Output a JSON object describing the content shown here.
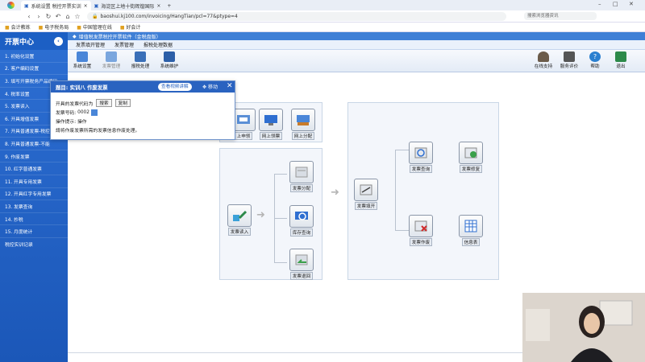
{
  "browser": {
    "tabs": [
      {
        "label": "系统设置 税控开票实训",
        "active": true
      },
      {
        "label": "海淀区上地十街辉煌国际",
        "active": false
      }
    ],
    "url": "baoshui.kj100.com/invoicing/HangTian/pcl=77&ptype=4",
    "search_placeholder": "搜索浏览器资讯",
    "bookmarks": [
      "会计教练",
      "电子税务局",
      "中国管理在线",
      "好会计"
    ]
  },
  "sidebar": {
    "title": "开票中心",
    "items": [
      "1. 初始化设置",
      "2. 客户编码设置",
      "3. 填写开票税务产品编码",
      "4. 税率设置",
      "5. 发票读入",
      "6. 开具增值发票",
      "7. 开具普通发票-税控设备",
      "8. 开具普通发票-不能",
      "9. 作废发票",
      "10. 红字普通发票",
      "11. 开具专用发票",
      "12. 开具红字专用发票",
      "13. 发票查询",
      "14. 抄税",
      "15. 月度统计"
    ],
    "extra": "税控实训记录"
  },
  "app": {
    "title": "增值税发票税控开票软件（金税盘版）",
    "menu": [
      "发票填开管理",
      "发票管理",
      "报税处理数据"
    ],
    "toolbar_left": [
      {
        "label": "系统设置",
        "icon": "settings-icon"
      },
      {
        "label": "发票管理",
        "icon": "invoice-icon"
      },
      {
        "label": "报税处理",
        "icon": "report-icon"
      },
      {
        "label": "系统维护",
        "icon": "monitor-icon"
      }
    ],
    "toolbar_right": [
      {
        "label": "在线支持",
        "icon": "person-icon"
      },
      {
        "label": "服务评价",
        "icon": "rating-icon"
      },
      {
        "label": "帮助",
        "icon": "help-icon"
      },
      {
        "label": "退出",
        "icon": "exit-icon"
      }
    ]
  },
  "flow": {
    "top_group": [
      "上申领",
      "网上领票",
      "网上分配"
    ],
    "left_group": {
      "start": "发票读入",
      "branches": [
        "发票分配",
        "库存查询",
        "发票退回"
      ]
    },
    "middle": "发票填开",
    "right_group": [
      "发票查询",
      "发票修复",
      "发票作废",
      "信息表"
    ]
  },
  "popup": {
    "prefix": "题目:",
    "title": "实训八 作废发票",
    "video_button": "查看视频讲解",
    "move_label": "移动",
    "line1_text": "开具的发票代码为",
    "line1_buttons": [
      "搜索",
      "复制"
    ],
    "line2_label": "发票号码:",
    "line2_value": "0002",
    "line3_text": "操作提示: 操作",
    "line4_text": "請将作废发票所需的发票信息作废处理。"
  },
  "colors": {
    "sidebar_blue": "#1f5ec4",
    "header_blue": "#3f7fd6",
    "popup_blue": "#2a63c0"
  }
}
